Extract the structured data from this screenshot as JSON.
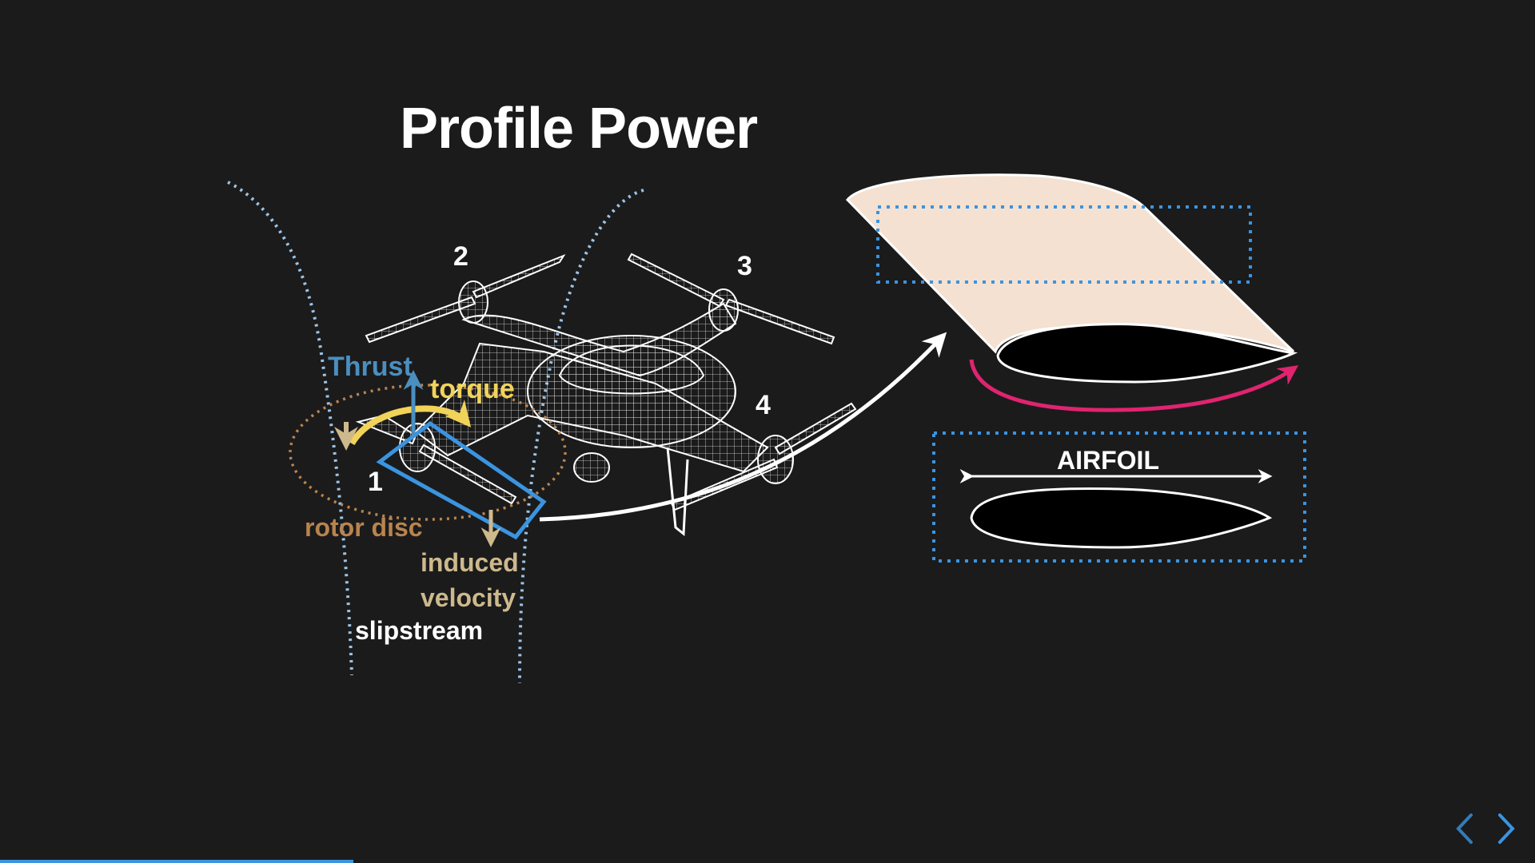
{
  "slide": {
    "title": "Profile Power",
    "progress": 0.23
  },
  "labels": {
    "rotor_1": "1",
    "rotor_2": "2",
    "rotor_3": "3",
    "rotor_4": "4",
    "thrust": "Thrust",
    "torque": "torque",
    "rotor_disc": "rotor disc",
    "induced_line1": "induced",
    "induced_line2": "velocity",
    "slipstream": "slipstream",
    "airfoil": "AIRFOIL"
  },
  "colors": {
    "background": "#1b1b1c",
    "thrust": "#4a8fc0",
    "torque": "#f1d35a",
    "rotor_disc": "#b8844e",
    "induced_velocity": "#cdb98c",
    "slipstream_line": "#9cc3e6",
    "highlight_box": "#3b94e0",
    "blade_fill": "#f4e1d1",
    "rotation_arrow": "#e0246f",
    "nav_arrow": "#3b94e0"
  },
  "nav": {
    "prev_icon": "chevron-left-icon",
    "next_icon": "chevron-right-icon"
  }
}
